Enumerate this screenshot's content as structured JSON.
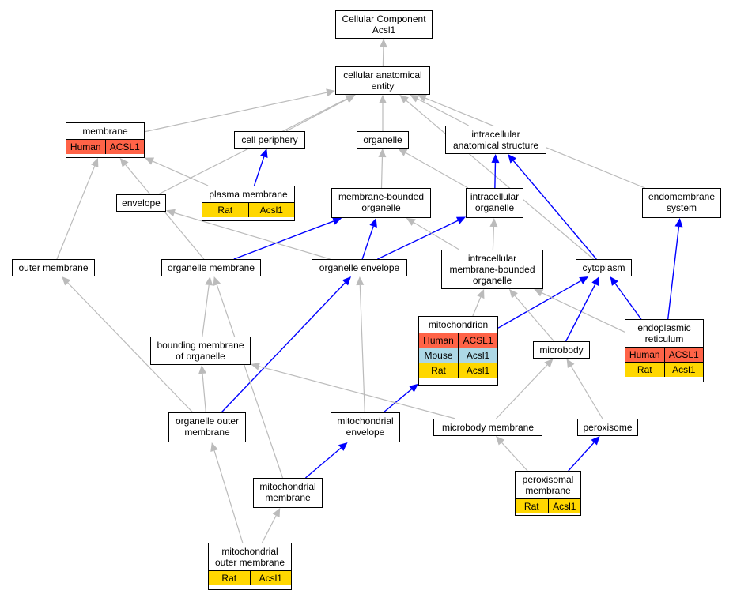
{
  "colors": {
    "human": "#FF6347",
    "mouse": "#ADD8E6",
    "rat": "#FFD700",
    "edge_default": "#bbbbbb",
    "edge_highlight": "#0000ff"
  },
  "nodes": {
    "root": {
      "label": "Cellular Component\nAcsl1"
    },
    "cae": {
      "label": "cellular anatomical\nentity"
    },
    "membrane": {
      "label": "membrane",
      "rows": [
        {
          "species": "Human",
          "gene": "ACSL1",
          "color": "human"
        }
      ]
    },
    "cell_periphery": {
      "label": "cell periphery"
    },
    "organelle": {
      "label": "organelle"
    },
    "ias": {
      "label": "intracellular\nanatomical structure"
    },
    "envelope": {
      "label": "envelope"
    },
    "plasma_membrane": {
      "label": "plasma membrane",
      "rows": [
        {
          "species": "Rat",
          "gene": "Acsl1",
          "color": "rat"
        }
      ]
    },
    "mbo": {
      "label": "membrane-bounded\norganelle"
    },
    "io": {
      "label": "intracellular\norganelle"
    },
    "endomembrane": {
      "label": "endomembrane\nsystem"
    },
    "outer_membrane": {
      "label": "outer membrane"
    },
    "org_membrane": {
      "label": "organelle membrane"
    },
    "org_envelope": {
      "label": "organelle envelope"
    },
    "imbo": {
      "label": "intracellular\nmembrane-bounded\norganelle"
    },
    "cytoplasm": {
      "label": "cytoplasm"
    },
    "mitochondrion": {
      "label": "mitochondrion",
      "rows": [
        {
          "species": "Human",
          "gene": "ACSL1",
          "color": "human"
        },
        {
          "species": "Mouse",
          "gene": "Acsl1",
          "color": "mouse"
        },
        {
          "species": "Rat",
          "gene": "Acsl1",
          "color": "rat"
        }
      ]
    },
    "er": {
      "label": "endoplasmic\nreticulum",
      "rows": [
        {
          "species": "Human",
          "gene": "ACSL1",
          "color": "human"
        },
        {
          "species": "Rat",
          "gene": "Acsl1",
          "color": "rat"
        }
      ]
    },
    "bounding_membrane": {
      "label": "bounding membrane\nof organelle"
    },
    "microbody": {
      "label": "microbody"
    },
    "org_outer_membrane": {
      "label": "organelle outer\nmembrane"
    },
    "mito_envelope": {
      "label": "mitochondrial\nenvelope"
    },
    "microbody_membrane": {
      "label": "microbody membrane"
    },
    "peroxisome": {
      "label": "peroxisome"
    },
    "mito_membrane": {
      "label": "mitochondrial\nmembrane"
    },
    "perox_membrane": {
      "label": "peroxisomal\nmembrane",
      "rows": [
        {
          "species": "Rat",
          "gene": "Acsl1",
          "color": "rat"
        }
      ]
    },
    "mito_outer_membrane": {
      "label": "mitochondrial\nouter membrane",
      "rows": [
        {
          "species": "Rat",
          "gene": "Acsl1",
          "color": "rat"
        }
      ]
    }
  },
  "edges": [
    {
      "from": "cae",
      "to": "root",
      "hl": false
    },
    {
      "from": "membrane",
      "to": "cae",
      "hl": false
    },
    {
      "from": "cell_periphery",
      "to": "cae",
      "hl": false
    },
    {
      "from": "organelle",
      "to": "cae",
      "hl": false
    },
    {
      "from": "ias",
      "to": "cae",
      "hl": false
    },
    {
      "from": "envelope",
      "to": "cae",
      "hl": false
    },
    {
      "from": "endomembrane",
      "to": "cae",
      "hl": false
    },
    {
      "from": "cytoplasm",
      "to": "cae",
      "hl": false
    },
    {
      "from": "plasma_membrane",
      "to": "cell_periphery",
      "hl": true
    },
    {
      "from": "plasma_membrane",
      "to": "membrane",
      "hl": false
    },
    {
      "from": "mbo",
      "to": "organelle",
      "hl": false
    },
    {
      "from": "io",
      "to": "organelle",
      "hl": false
    },
    {
      "from": "io",
      "to": "ias",
      "hl": true
    },
    {
      "from": "outer_membrane",
      "to": "membrane",
      "hl": false
    },
    {
      "from": "org_membrane",
      "to": "membrane",
      "hl": false
    },
    {
      "from": "org_membrane",
      "to": "mbo",
      "hl": true
    },
    {
      "from": "org_envelope",
      "to": "envelope",
      "hl": false
    },
    {
      "from": "org_envelope",
      "to": "mbo",
      "hl": true
    },
    {
      "from": "org_envelope",
      "to": "io",
      "hl": true
    },
    {
      "from": "imbo",
      "to": "mbo",
      "hl": false
    },
    {
      "from": "imbo",
      "to": "io",
      "hl": false
    },
    {
      "from": "cytoplasm",
      "to": "ias",
      "hl": true
    },
    {
      "from": "mitochondrion",
      "to": "imbo",
      "hl": false
    },
    {
      "from": "mitochondrion",
      "to": "cytoplasm",
      "hl": true
    },
    {
      "from": "er",
      "to": "endomembrane",
      "hl": true
    },
    {
      "from": "er",
      "to": "cytoplasm",
      "hl": true
    },
    {
      "from": "er",
      "to": "imbo",
      "hl": false
    },
    {
      "from": "microbody",
      "to": "cytoplasm",
      "hl": true
    },
    {
      "from": "microbody",
      "to": "imbo",
      "hl": false
    },
    {
      "from": "bounding_membrane",
      "to": "org_membrane",
      "hl": false
    },
    {
      "from": "org_outer_membrane",
      "to": "outer_membrane",
      "hl": false
    },
    {
      "from": "org_outer_membrane",
      "to": "bounding_membrane",
      "hl": false
    },
    {
      "from": "org_outer_membrane",
      "to": "org_envelope",
      "hl": true
    },
    {
      "from": "mito_envelope",
      "to": "org_envelope",
      "hl": false
    },
    {
      "from": "mito_envelope",
      "to": "mitochondrion",
      "hl": true
    },
    {
      "from": "microbody_membrane",
      "to": "bounding_membrane",
      "hl": false
    },
    {
      "from": "microbody_membrane",
      "to": "microbody",
      "hl": false
    },
    {
      "from": "peroxisome",
      "to": "microbody",
      "hl": false
    },
    {
      "from": "mito_membrane",
      "to": "org_membrane",
      "hl": false
    },
    {
      "from": "mito_membrane",
      "to": "mito_envelope",
      "hl": true
    },
    {
      "from": "perox_membrane",
      "to": "microbody_membrane",
      "hl": false
    },
    {
      "from": "perox_membrane",
      "to": "peroxisome",
      "hl": true
    },
    {
      "from": "mito_outer_membrane",
      "to": "org_outer_membrane",
      "hl": false
    },
    {
      "from": "mito_outer_membrane",
      "to": "mito_membrane",
      "hl": false
    }
  ]
}
